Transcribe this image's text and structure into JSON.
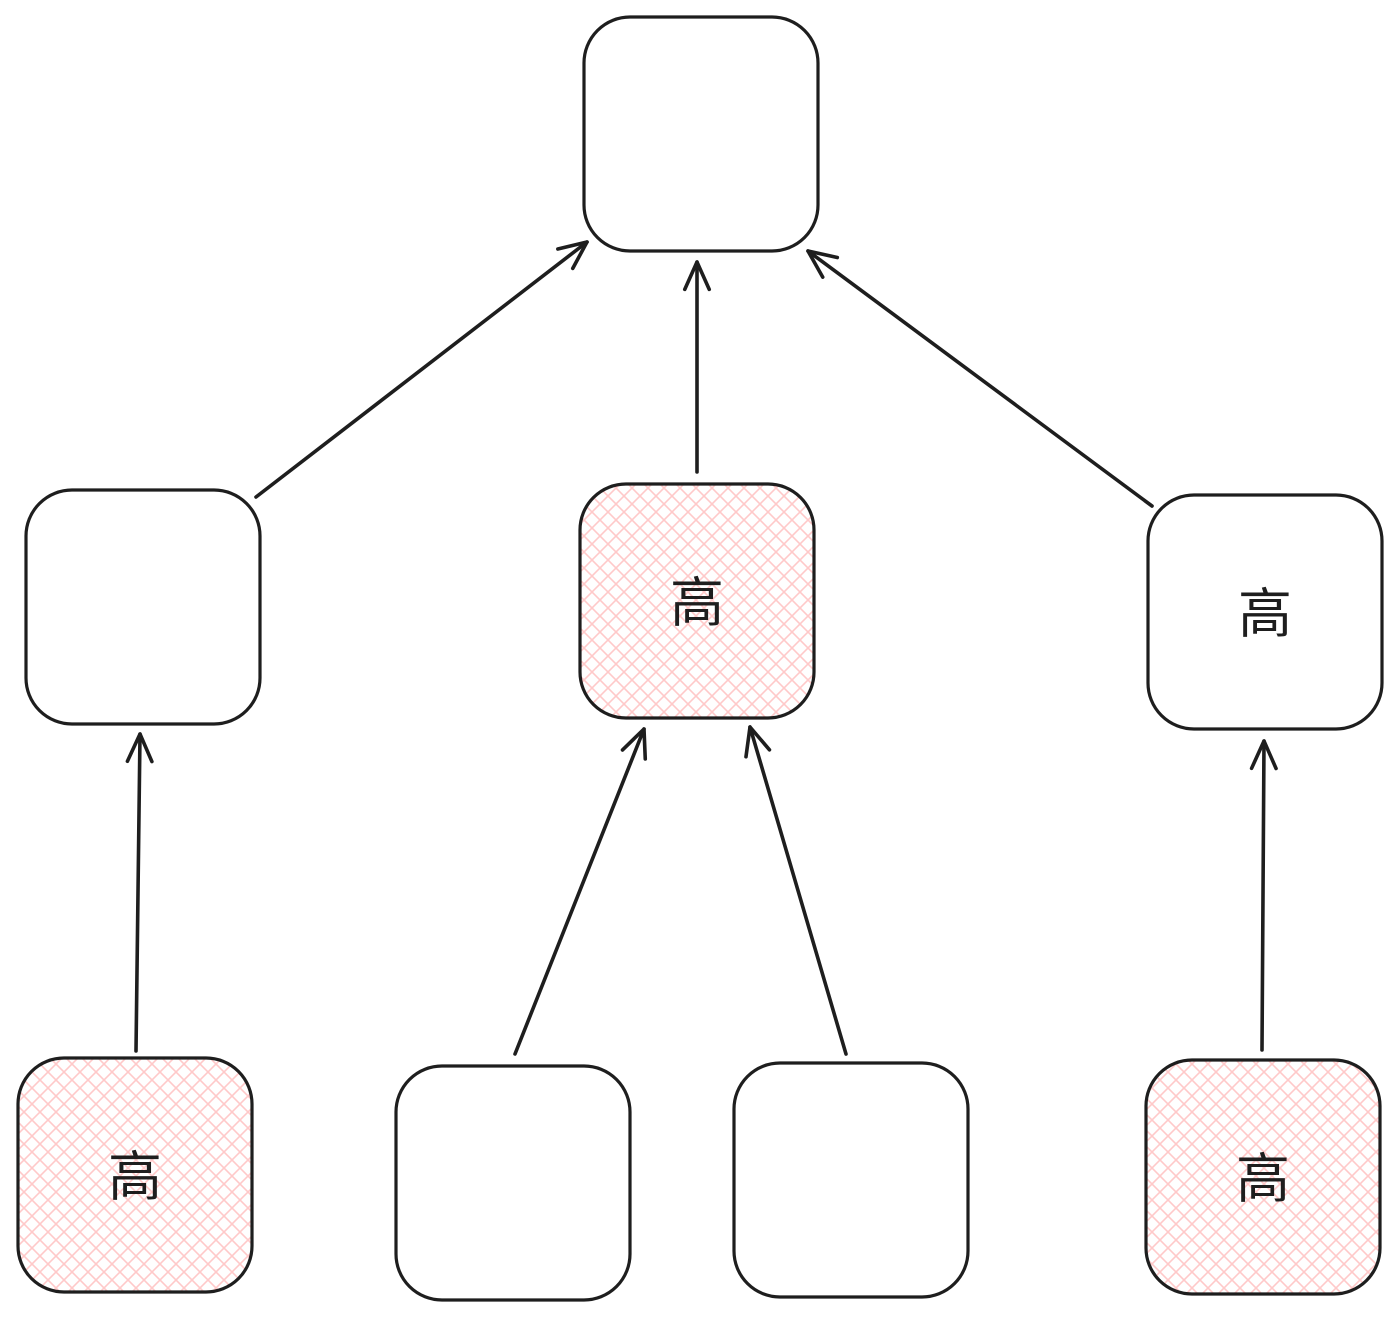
{
  "colors": {
    "stroke": "#1e1e1e",
    "hatch_fill": "#ffc9c9",
    "plain_fill": "#ffffff"
  },
  "nodes": [
    {
      "id": "root",
      "label": "",
      "highlighted": false
    },
    {
      "id": "level1-left",
      "label": "",
      "highlighted": false
    },
    {
      "id": "level1-middle",
      "label": "高",
      "highlighted": true
    },
    {
      "id": "level1-right",
      "label": "高",
      "highlighted": false
    },
    {
      "id": "level2-left",
      "label": "高",
      "highlighted": true
    },
    {
      "id": "level2-middle-left",
      "label": "",
      "highlighted": false
    },
    {
      "id": "level2-middle-right",
      "label": "",
      "highlighted": false
    },
    {
      "id": "level2-right",
      "label": "高",
      "highlighted": true
    }
  ],
  "edges": [
    {
      "from": "level1-left",
      "to": "root"
    },
    {
      "from": "level1-middle",
      "to": "root"
    },
    {
      "from": "level1-right",
      "to": "root"
    },
    {
      "from": "level2-left",
      "to": "level1-left"
    },
    {
      "from": "level2-middle-left",
      "to": "level1-middle"
    },
    {
      "from": "level2-middle-right",
      "to": "level1-middle"
    },
    {
      "from": "level2-right",
      "to": "level1-right"
    }
  ]
}
